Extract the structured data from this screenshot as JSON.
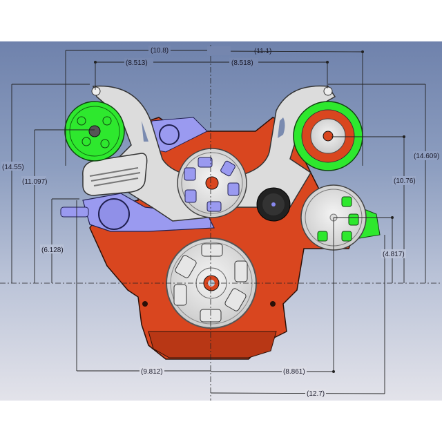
{
  "drawing": {
    "subject": "Engine front accessory drive bracket layout",
    "colors": {
      "background_top": "#6f82ac",
      "background_bottom": "#e3e3ea",
      "block": "#d9461f",
      "bracket": "#dcdcdc",
      "water_pump": "#9a9af0",
      "ac_compressor": "#2ee82e",
      "alternator": "#2ee82e",
      "dim_line": "#222222"
    },
    "dimensions": {
      "top_left_outer": "(10.8)",
      "top_right_outer": "(11.1)",
      "top_left_inner": "(8.513)",
      "top_right_inner": "(8.518)",
      "left_outer_height": "(14.55)",
      "left_inner_height": "(11.097)",
      "left_inlet_height": "(6.128)",
      "right_outer_height": "(14.609)",
      "right_inner_height": "(10.76)",
      "right_lower_height": "(4.817)",
      "bottom_left": "(9.812)",
      "bottom_right": "(8.861)",
      "bottom_far_right": "(12.7)"
    },
    "components": {
      "ac_compressor": "A/C compressor (left, green)",
      "alternator": "Alternator (right, green)",
      "power_steering_pulley": "Power steering pulley (right lower)",
      "idler_pulley": "Idler pulley (black)",
      "water_pump_pulley": "Water pump pulley (center)",
      "crank_pulley": "Crankshaft pulley (bottom)",
      "belt_guard": "Belt guard cover (left)"
    }
  }
}
